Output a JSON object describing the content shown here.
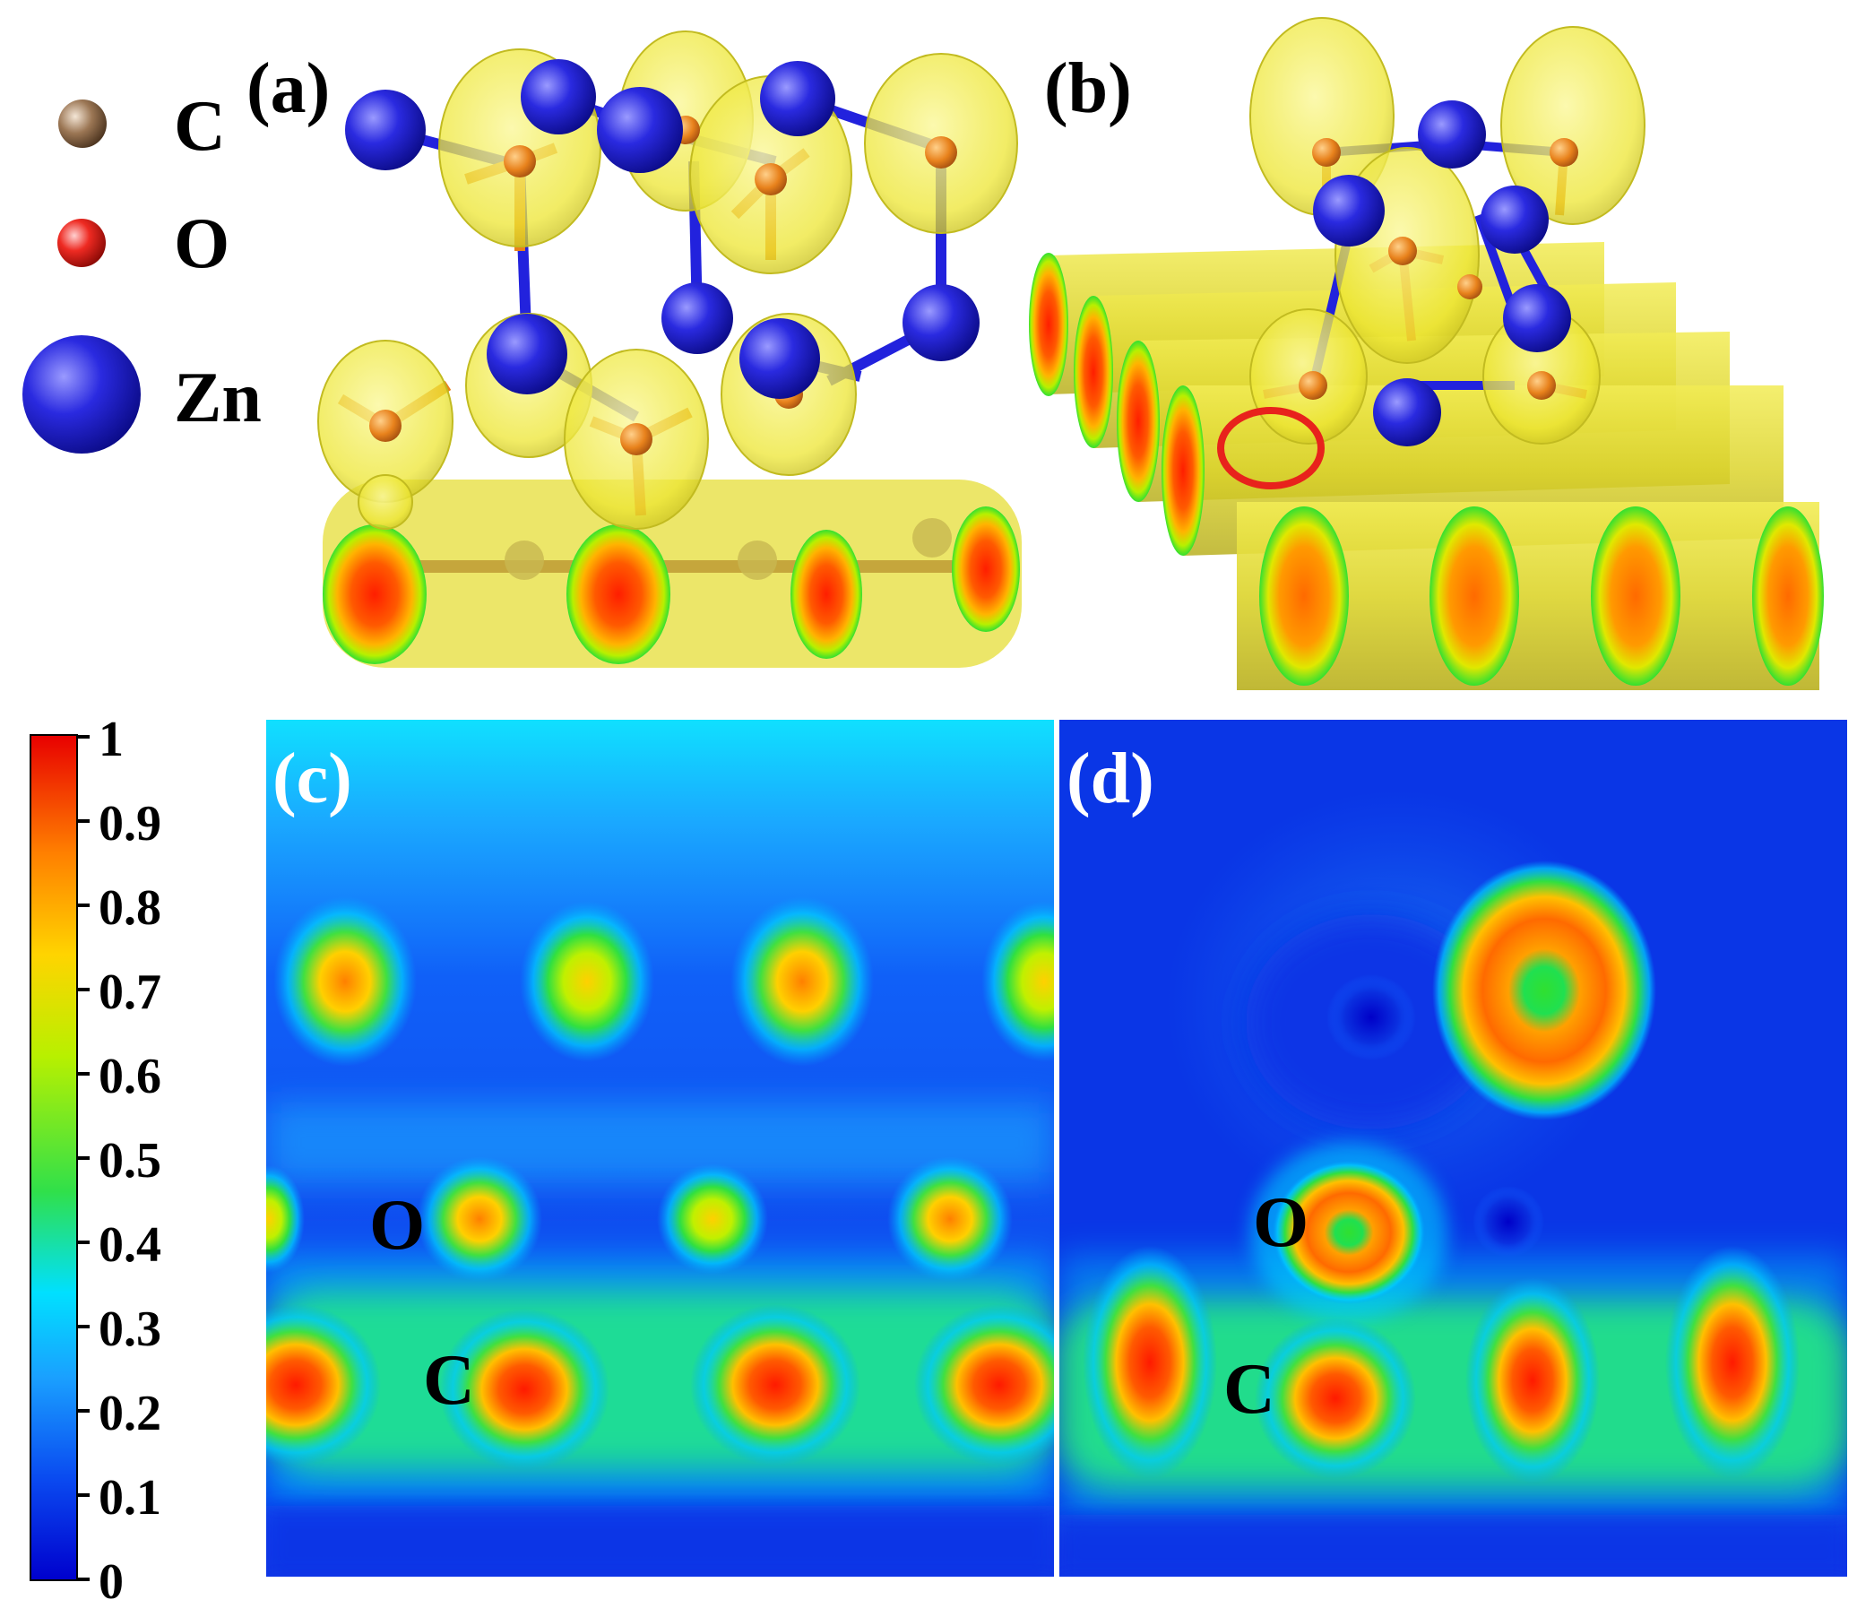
{
  "legend": {
    "items": [
      {
        "symbol": "C",
        "color": "#8a6a4a"
      },
      {
        "symbol": "O",
        "color": "#e8221c"
      },
      {
        "symbol": "Zn",
        "color": "#1c1ccf"
      }
    ]
  },
  "panels": {
    "a": {
      "label": "(a)"
    },
    "b": {
      "label": "(b)"
    },
    "c": {
      "label": "(c)",
      "atom_o": "O",
      "atom_c": "C"
    },
    "d": {
      "label": "(d)",
      "atom_o": "O",
      "atom_c": "C"
    }
  },
  "colorbar": {
    "ticks": [
      "1",
      "0.9",
      "0.8",
      "0.7",
      "0.6",
      "0.5",
      "0.4",
      "0.3",
      "0.2",
      "0.1",
      "0"
    ],
    "gradient": [
      "#0000cd",
      "#1f6cff",
      "#00d8ff",
      "#3ee04a",
      "#c8f000",
      "#ffd400",
      "#ff8a00",
      "#ff2600",
      "#e80000"
    ]
  },
  "colors": {
    "isosurface": "#f2f034",
    "isosurface_edge": "#c9c92a",
    "zn": "#1c1ccf",
    "o_atom": "#e8821c",
    "bond": "#e8821c",
    "highlight": "#e8221c",
    "map_background": "#0a36e6"
  }
}
